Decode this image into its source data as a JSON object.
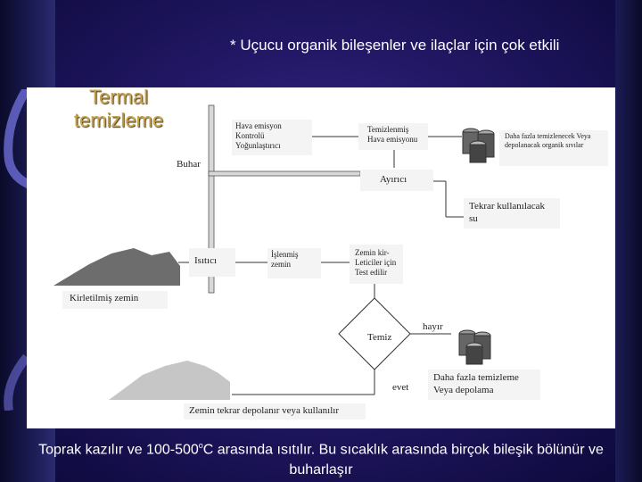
{
  "slide": {
    "top_title": "* Uçucu organik bileşenler ve ilaçlar için çok etkili",
    "section_title": "Termal temizleme",
    "bottom_pre": "Toprak kazılır ve 100-500",
    "bottom_sup": "o",
    "bottom_post": "C arasında ısıtılır. Bu sıcaklık arasında birçok bileşik bölünür ve buharlaşır"
  },
  "diagram": {
    "hava_emisyon_kontrolu": "Hava emisyon Kontrolü Yoğunlaştırıcı",
    "temizlenmis_hava": "Temizlenmiş Hava emisyonu",
    "daha_fazla_organik": "Daha fazla temizlenecek Veya depolanacak organik sıvılar",
    "buhar": "Buhar",
    "ayirici": "Ayırıcı",
    "tekrar_su": "Tekrar kullanılacak su",
    "isitici": "Isıtıcı",
    "islenmis_zemin": "İşlenmiş zemin",
    "zemin_kirleticiler": "Zemin kir-Leticiler için Test edilir",
    "kirletilmis_zemin": "Kirletilmiş zemin",
    "temiz": "Temiz",
    "hayir": "hayır",
    "evet": "evet",
    "daha_fazla_depola": "Daha fazla temizleme Veya depolama",
    "zemin_tekrar": "Zemin tekrar depolanır veya kullanılır"
  }
}
